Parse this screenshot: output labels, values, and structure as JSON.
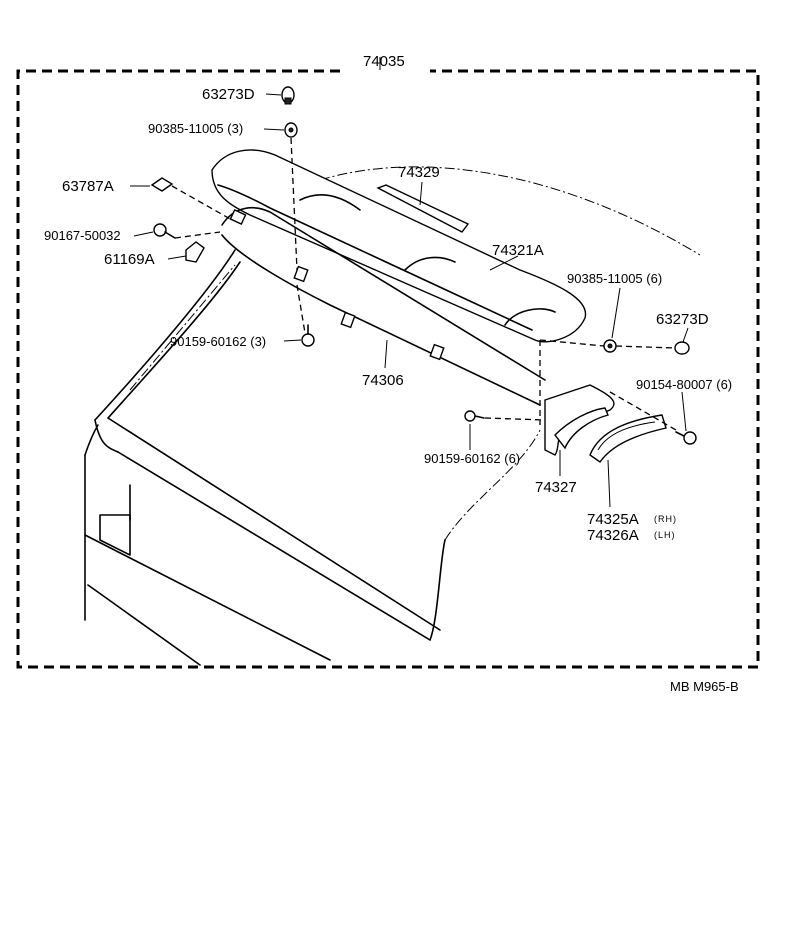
{
  "diagram": {
    "assembly_label": "74035",
    "footer_code": "MB M965-B",
    "labels": {
      "p63273d_top": "63273D",
      "p90385_left": "90385-11005 (3)",
      "p63787a": "63787A",
      "p90167": "90167-50032",
      "p61169a": "61169A",
      "p74329": "74329",
      "p74321a": "74321A",
      "p90385_right": "90385-11005 (6)",
      "p63273d_right": "63273D",
      "p90159_left": "90159-60162 (3)",
      "p74306": "74306",
      "p90154": "90154-80007 (6)",
      "p90159_right": "90159-60162 (6)",
      "p74327": "74327",
      "p74325a": "74325A",
      "p74325a_side": "(RH)",
      "p74326a": "74326A",
      "p74326a_side": "(LH)"
    }
  }
}
